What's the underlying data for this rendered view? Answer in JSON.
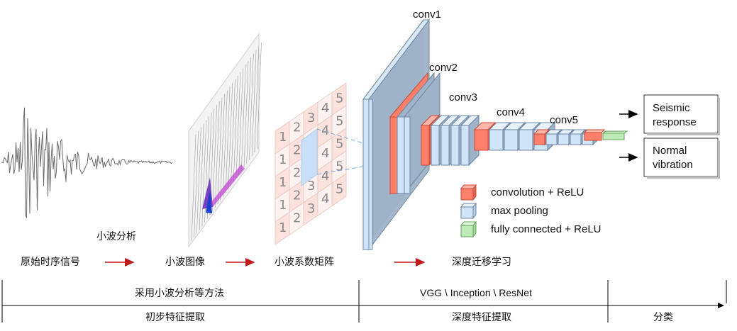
{
  "layers": {
    "conv1": "conv1",
    "conv2": "conv2",
    "conv3": "conv3",
    "conv4": "conv4",
    "conv5": "conv5"
  },
  "outputs": [
    "Seismic\nresponse",
    "Normal\nvibration"
  ],
  "legend": [
    {
      "label": "convolution + ReLU",
      "color": "#ff7f6b"
    },
    {
      "label": "max pooling",
      "color": "#cfe4f7"
    },
    {
      "label": "fully connected + ReLU",
      "color": "#bfe9b8"
    }
  ],
  "process": {
    "wavelet_analysis": "小波分析",
    "steps": [
      "原始时序信号",
      "小波图像",
      "小波系数矩阵",
      "深度迁移学习"
    ]
  },
  "matrix_rows": [
    [
      "1",
      "2",
      "3",
      "4",
      "5"
    ],
    [
      "1",
      "2",
      "3",
      "4",
      "5"
    ],
    [
      "1",
      "2",
      "3",
      "4",
      "5"
    ],
    [
      "1",
      "2",
      "3",
      "4",
      "5"
    ],
    [
      "1",
      "2",
      "3",
      "4",
      "5"
    ]
  ],
  "methods": {
    "left": "采用小波分析等方法",
    "mid": "VGG \\ Inception \\ ResNet"
  },
  "stages": {
    "left": "初步特征提取",
    "mid": "深度特征提取",
    "right": "分类"
  },
  "colors": {
    "conv": "#ff7f6b",
    "pool": "#cfe4f7",
    "fc": "#bfe9b8",
    "big_block": "#9fb3c8",
    "arrow_red": "#c0181b"
  }
}
